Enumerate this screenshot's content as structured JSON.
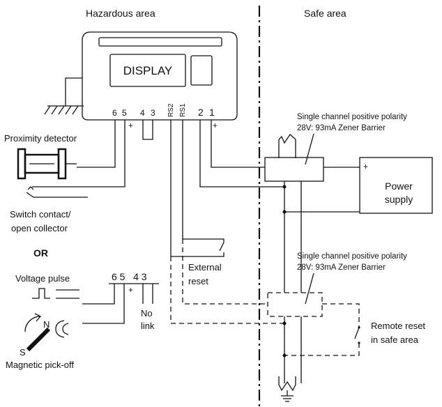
{
  "areas": {
    "hazardous": "Hazardous area",
    "safe": "Safe area"
  },
  "display": {
    "label": "DISPLAY"
  },
  "terminals": {
    "t6": "6",
    "t5": "5",
    "t4": "4",
    "t3": "3",
    "rs2": "RS2",
    "rs1": "RS1",
    "t2": "2",
    "t1": "1",
    "plus": "+"
  },
  "inputs": {
    "proximity": "Proximity detector",
    "switch_line1": "Switch contact/",
    "switch_line2": "open collector",
    "or": "OR",
    "voltage_pulse": "Voltage pulse",
    "magnetic": "Magnetic pick-off",
    "n": "N",
    "s": "S"
  },
  "alt_terminals": {
    "numbers": "6 5   4 3",
    "plus": "+",
    "no_link_1": "No",
    "no_link_2": "link"
  },
  "barrier_1": {
    "line1": "Single channel positive polarity",
    "line2": "28V: 93mA Zener Barrier"
  },
  "barrier_2": {
    "line1": "Single channel positive polarity",
    "line2": "28V: 93mA Zener Barrier"
  },
  "power": {
    "line1": "Power",
    "line2": "supply",
    "plus": "+"
  },
  "external_reset": {
    "line1": "External",
    "line2": "reset"
  },
  "remote_reset": {
    "line1": "Remote reset",
    "line2": "in safe area"
  }
}
